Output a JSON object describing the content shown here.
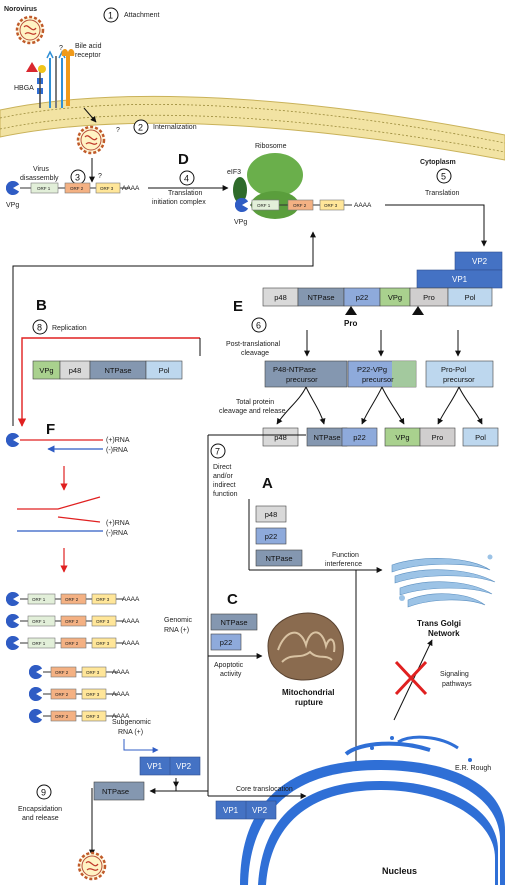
{
  "labels": {
    "norovirus": "Norovirus",
    "hbga": "HBGA",
    "bile_acid_receptor_1": "Bile acid",
    "bile_acid_receptor_2": "receptor",
    "cytoplasm": "Cytoplasm",
    "virus_disassembly_1": "Virus",
    "virus_disassembly_2": "disassembly",
    "vpg": "VPg",
    "ribosome": "Ribosome",
    "eif3": "eIF3",
    "translation_init_1": "Translation",
    "translation_init_2": "initiation complex",
    "pro": "Pro",
    "post_trans_1": "Post-translational",
    "post_trans_2": "cleavage",
    "total_cleavage_1": "Total protein",
    "total_cleavage_2": "cleavage and release",
    "direct_1": "Direct",
    "direct_2": "and/or",
    "direct_3": "indirect",
    "direct_4": "function",
    "function_interference_1": "Function",
    "function_interference_2": "interference",
    "trans_golgi_1": "Trans Golgi",
    "trans_golgi_2": "Network",
    "pos_rna": "(+)RNA",
    "neg_rna": "(-)RNA",
    "genomic_rna_1": "Genomic",
    "genomic_rna_2": "RNA (+)",
    "subgenomic_rna_1": "Subgenomic",
    "subgenomic_rna_2": "RNA (+)",
    "apoptotic_1": "Apoptotic",
    "apoptotic_2": "activity",
    "mito_1": "Mitochondrial",
    "mito_2": "rupture",
    "signaling_1": "Signaling",
    "signaling_2": "pathways",
    "er_rough": "E.R. Rough",
    "core_translocation": "Core translocation",
    "encapsidation_1": "Encapsidation",
    "encapsidation_2": "and release",
    "nucleus": "Nucleus",
    "question": "?"
  },
  "steps": [
    {
      "num": "1",
      "label": "Attachment"
    },
    {
      "num": "2",
      "label": "Internalization"
    },
    {
      "num": "3",
      "label": ""
    },
    {
      "num": "4",
      "label": ""
    },
    {
      "num": "5",
      "label": "Translation"
    },
    {
      "num": "6",
      "label": ""
    },
    {
      "num": "7",
      "label": ""
    },
    {
      "num": "8",
      "label": "Replication"
    },
    {
      "num": "9",
      "label": ""
    }
  ],
  "panels": [
    "A",
    "B",
    "C",
    "D",
    "E",
    "F"
  ],
  "orf": {
    "orf1": "ORF 1",
    "orf2": "ORF 2",
    "orf3": "ORF 3",
    "polya": "AAAA"
  },
  "polyprotein": [
    "p48",
    "NTPase",
    "p22",
    "VPg",
    "Pro",
    "Pol"
  ],
  "capsid": {
    "vp1": "VP1",
    "vp2": "VP2"
  },
  "replication_proteins": [
    "VPg",
    "p48",
    "NTPase",
    "Pol"
  ],
  "precursors": [
    {
      "l1": "P48-NTPase",
      "l2": "precursor"
    },
    {
      "l1": "P22-VPg",
      "l2": "precursor"
    },
    {
      "l1": "Pro-Pol",
      "l2": "precursor"
    }
  ],
  "mature": [
    "p48",
    "NTPase",
    "p22",
    "VPg",
    "Pro",
    "Pol"
  ],
  "golgi_proteins": [
    "p48",
    "p22",
    "NTPase"
  ],
  "mito_proteins": [
    "NTPase",
    "p22"
  ],
  "colors": {
    "p48": "#d9d9d9",
    "ntpase": "#8497b0",
    "p22": "#8eaadb",
    "vpg": "#a9d18e",
    "pro": "#d0cece",
    "pol": "#bdd7ee",
    "vp": "#4472c4",
    "replication_arrow": "#e02020",
    "neg_strand": "#2f5cc4"
  }
}
